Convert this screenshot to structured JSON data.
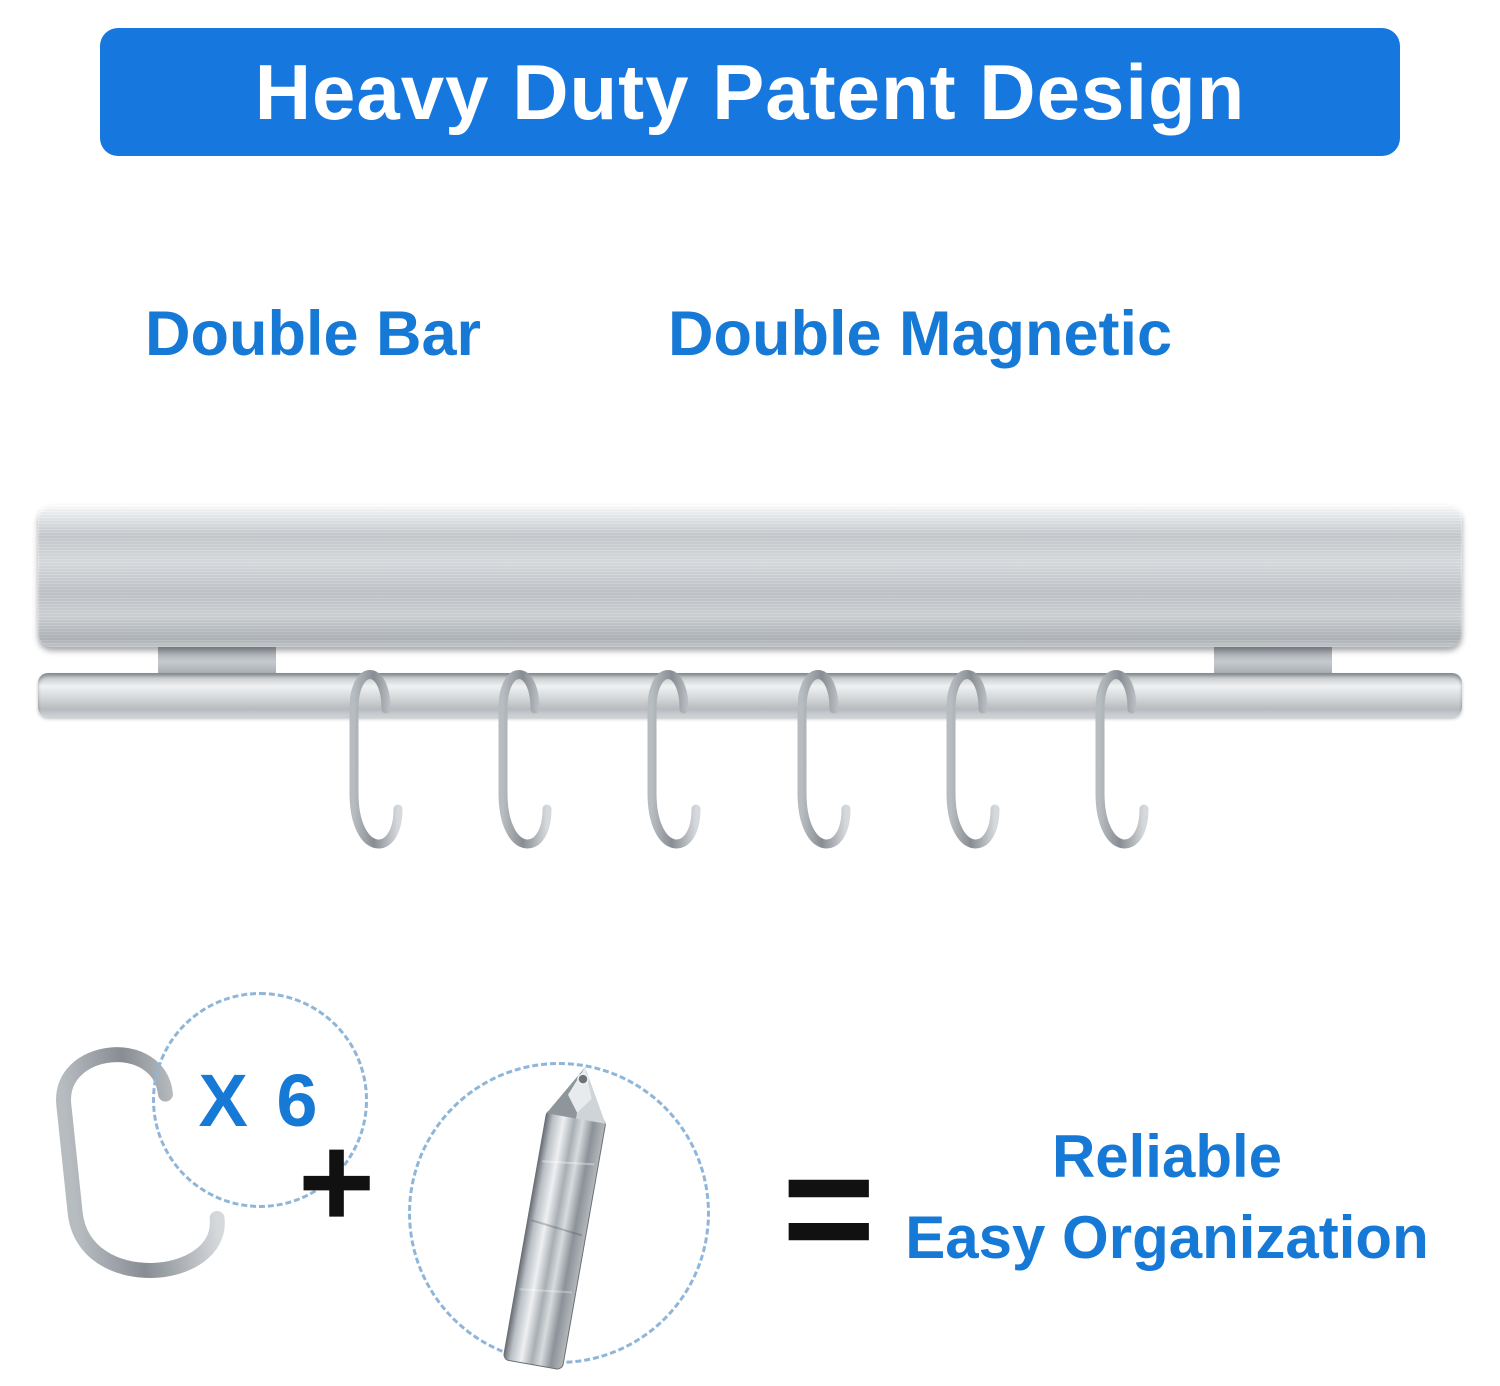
{
  "banner": {
    "title": "Heavy Duty Patent Design"
  },
  "features": {
    "left_label": "Double Bar",
    "right_label": "Double Magnetic"
  },
  "rack": {
    "hook_count": 6
  },
  "equation": {
    "hook_multiplier": "X 6",
    "plus": "+",
    "equals": "=",
    "result_line1": "Reliable",
    "result_line2": "Easy Organization"
  },
  "colors": {
    "accent": "#1779d6",
    "banner-bg": "#1678de",
    "text-dark": "#111111"
  }
}
